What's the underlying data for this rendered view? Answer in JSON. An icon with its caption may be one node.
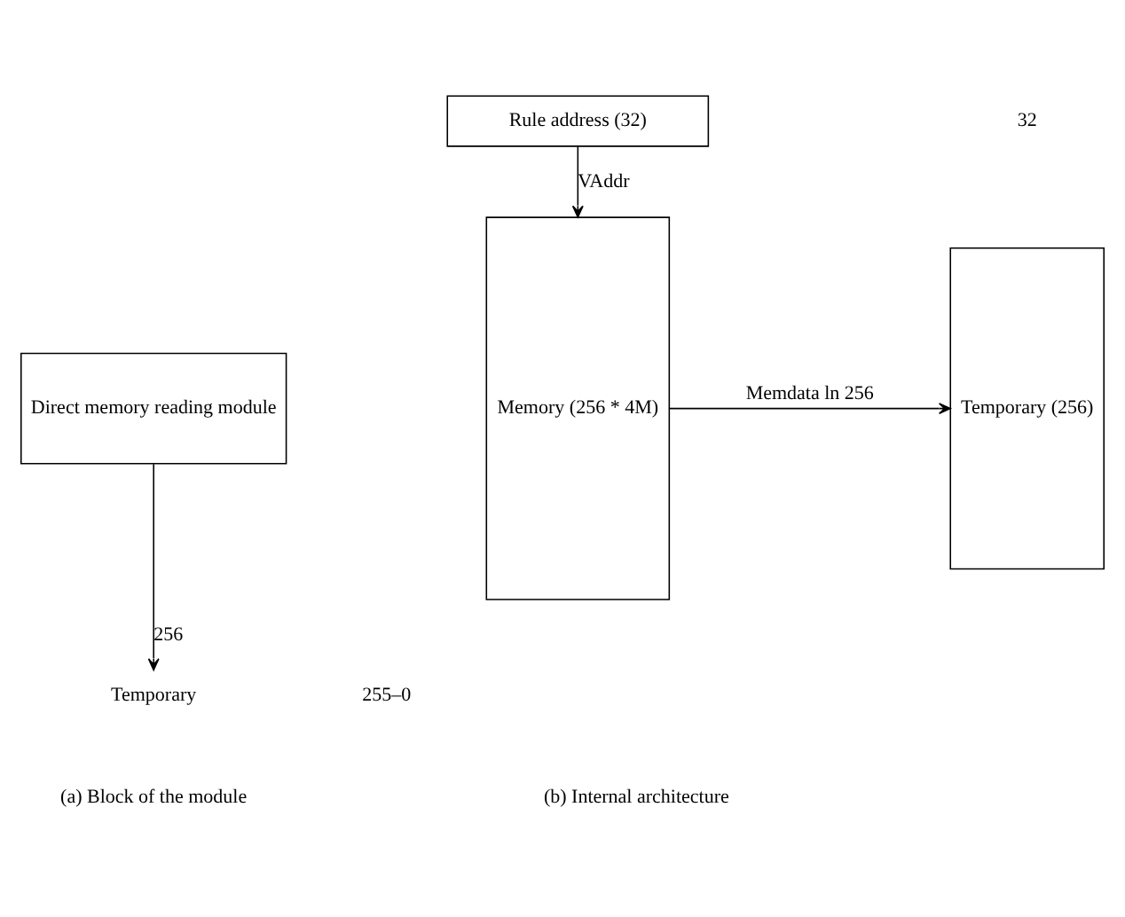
{
  "diagram": {
    "nodes": [
      {
        "text": [
          "Direct memory reading module"
        ]
      },
      {
        "text": [
          "Temporary"
        ]
      },
      {
        "text": [
          "Rule address (32)"
        ]
      },
      {
        "text": [
          "Memory (256 * 4M)"
        ]
      },
      {
        "text": [
          "Temporary (256)"
        ]
      }
    ],
    "edges": [
      {
        "from": 0,
        "to": 1,
        "arrow": "to",
        "label": "256"
      },
      {
        "from": 2,
        "to": 3,
        "arrow": "to",
        "label": "VAddr"
      },
      {
        "from": 3,
        "to": 4,
        "arrow": "to",
        "label": "Memdata ln 256"
      }
    ],
    "labels": [
      "32",
      "255–0",
      "(a) Block of the module",
      "(b) Internal architecture"
    ]
  }
}
